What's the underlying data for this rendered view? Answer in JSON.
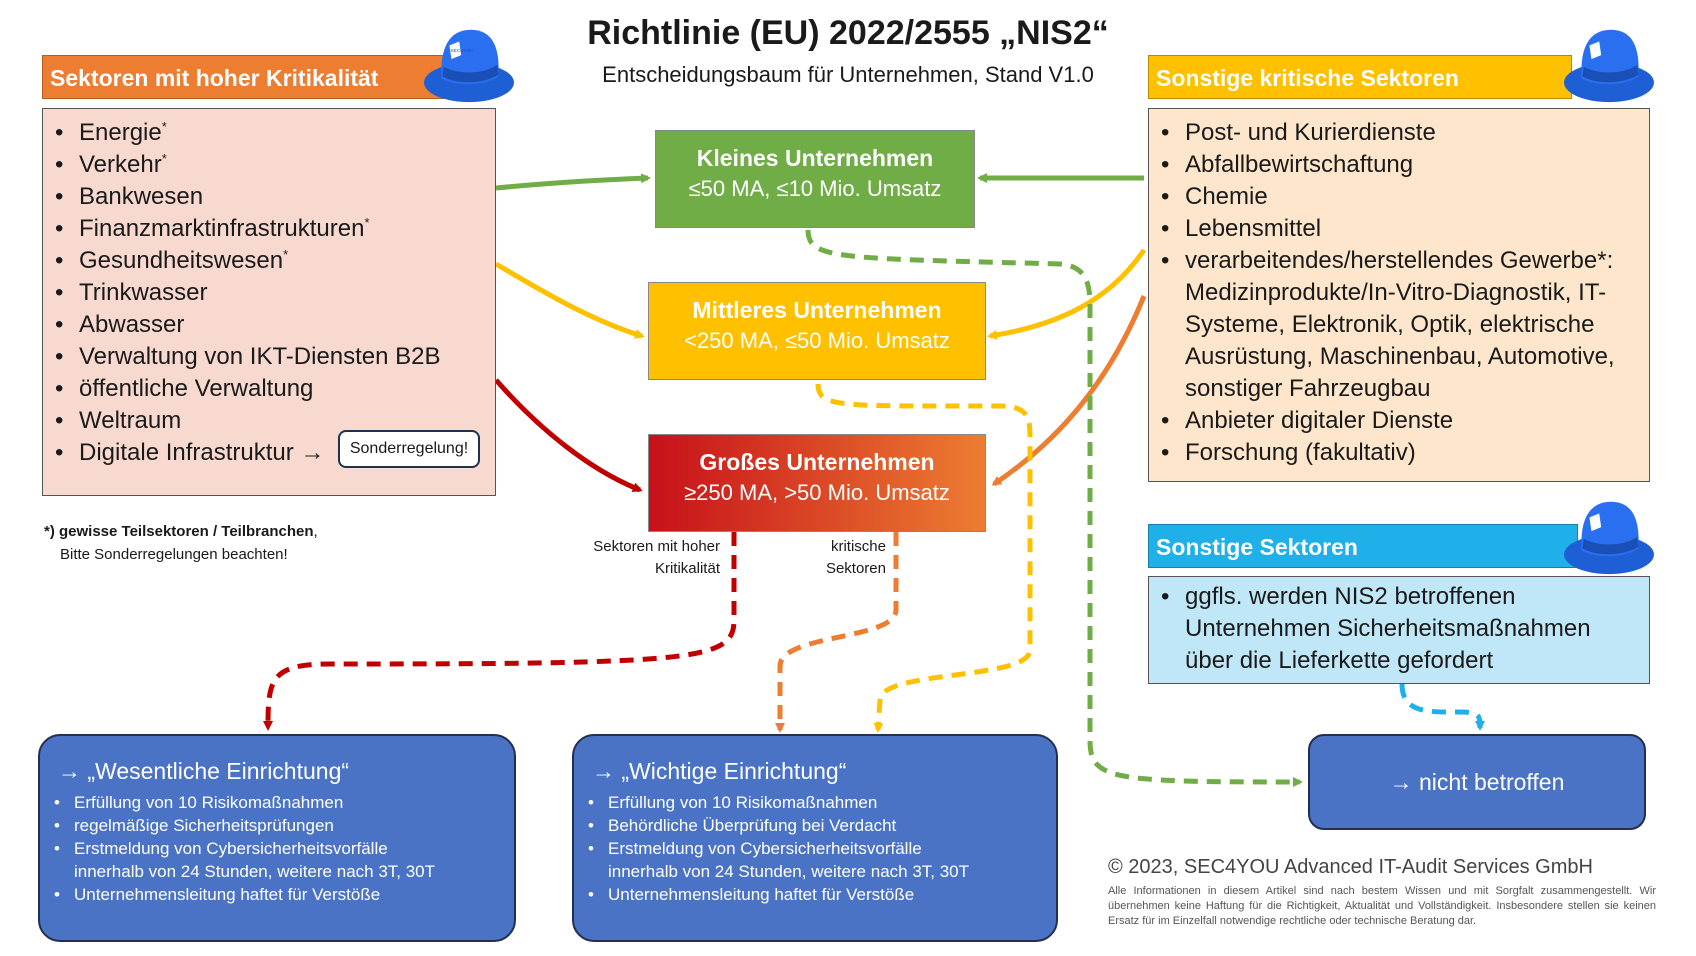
{
  "header": {
    "title": "Richtlinie (EU) 2022/2555 „NIS2“",
    "subtitle": "Entscheidungsbaum für Unternehmen, Stand V1.0"
  },
  "high_criticality": {
    "title": "Sektoren mit hoher Kritikalität",
    "items": [
      {
        "label": "Energie",
        "star": "*"
      },
      {
        "label": "Verkehr",
        "star": "*"
      },
      {
        "label": "Bankwesen",
        "star": ""
      },
      {
        "label": "Finanzmarktinfrastrukturen",
        "star": "*"
      },
      {
        "label": "Gesundheitswesen",
        "star": "*"
      },
      {
        "label": "Trinkwasser",
        "star": ""
      },
      {
        "label": "Abwasser",
        "star": ""
      },
      {
        "label": "Verwaltung von IKT-Diensten B2B",
        "star": ""
      },
      {
        "label": "öffentliche Verwaltung",
        "star": ""
      },
      {
        "label": "Weltraum",
        "star": ""
      },
      {
        "label": "Digitale Infrastruktur →",
        "star": ""
      }
    ],
    "special_rule": "Sonderregelung!"
  },
  "footnote": {
    "line1_bold": "*) gewisse Teilsektoren / Teilbranchen",
    "line1_rest": ",",
    "line2": "Bitte Sonderregelungen beachten!"
  },
  "other_critical": {
    "title": "Sonstige kritische Sektoren",
    "items": [
      {
        "label": "Post- und Kurierdienste",
        "bullet": true
      },
      {
        "label": "Abfallbewirtschaftung",
        "bullet": true
      },
      {
        "label": "Chemie",
        "bullet": true
      },
      {
        "label": "Lebensmittel",
        "bullet": true
      },
      {
        "label": "verarbeitendes/herstellendes Gewerbe*:",
        "bullet": true
      },
      {
        "label": "Medizinprodukte/In-Vitro-Diagnostik, IT-",
        "bullet": false
      },
      {
        "label": "Systeme, Elektronik, Optik, elektrische",
        "bullet": false
      },
      {
        "label": "Ausrüstung, Maschinenbau, Automotive,",
        "bullet": false
      },
      {
        "label": "sonstiger Fahrzeugbau",
        "bullet": false
      },
      {
        "label": "Anbieter digitaler Dienste",
        "bullet": true
      },
      {
        "label": "Forschung (fakultativ)",
        "bullet": true
      }
    ]
  },
  "other_sectors": {
    "title": "Sonstige Sektoren",
    "lines": [
      "ggfls. werden NIS2 betroffenen",
      "Unternehmen Sicherheitsmaßnahmen",
      "über die Lieferkette gefordert"
    ]
  },
  "sizes": {
    "small": {
      "title": "Kleines Unternehmen",
      "criteria": "≤50 MA, ≤10 Mio. Umsatz"
    },
    "medium": {
      "title": "Mittleres Unternehmen",
      "criteria": "<250 MA, ≤50 Mio. Umsatz"
    },
    "large": {
      "title": "Großes Unternehmen",
      "criteria": "≥250 MA, >50 Mio. Umsatz"
    }
  },
  "branch_labels": {
    "high_line1": "Sektoren mit hoher",
    "high_line2": "Kritikalität",
    "critical_line1": "kritische",
    "critical_line2": "Sektoren"
  },
  "results": {
    "essential": {
      "title": "→  „Wesentliche Einrichtung“",
      "items": [
        "Erfüllung von 10 Risikomaßnahmen",
        "regelmäßige Sicherheitsprüfungen",
        "Erstmeldung von Cybersicherheitsvorfälle",
        "innerhalb von 24 Stunden, weitere nach 3T, 30T",
        "Unternehmensleitung haftet für Verstöße"
      ]
    },
    "important": {
      "title": "→  „Wichtige Einrichtung“",
      "items": [
        "Erfüllung von 10 Risikomaßnahmen",
        "Behördliche Überprüfung bei Verdacht",
        "Erstmeldung von Cybersicherheitsvorfälle",
        "innerhalb von 24 Stunden, weitere nach 3T, 30T",
        "Unternehmensleitung haftet für Verstöße"
      ]
    },
    "not_affected": {
      "title": "→ nicht betroffen"
    }
  },
  "copyright": "© 2023, SEC4YOU Advanced IT-Audit Services GmbH",
  "disclaimer": "Alle Informationen in diesem Artikel sind nach bestem Wissen und mit Sorgfalt zusammengestellt. Wir übernehmen keine Haftung für die Richtigkeit, Aktualität und Vollständigkeit. Insbesondere stellen sie keinen Ersatz für im Einzelfall notwendige rechtliche oder technische Beratung dar.",
  "hat_badge": "SEC4YOU",
  "colors": {
    "high_header": "#ed7d31",
    "high_box": "#f8d9cf",
    "critical_header": "#ffc000",
    "critical_box": "#fde6cb",
    "other_header": "#1fb0ea",
    "other_box": "#bfe7f8",
    "small": "#70ad47",
    "medium": "#ffc000",
    "large": "#d9341a",
    "result": "#4a73c6",
    "red_arrow": "#c00000",
    "green_arrow": "#70ad47",
    "yellow_arrow": "#ffc000",
    "orange_arrow": "#ed7d31",
    "blue_arrow": "#1fb0ea"
  }
}
